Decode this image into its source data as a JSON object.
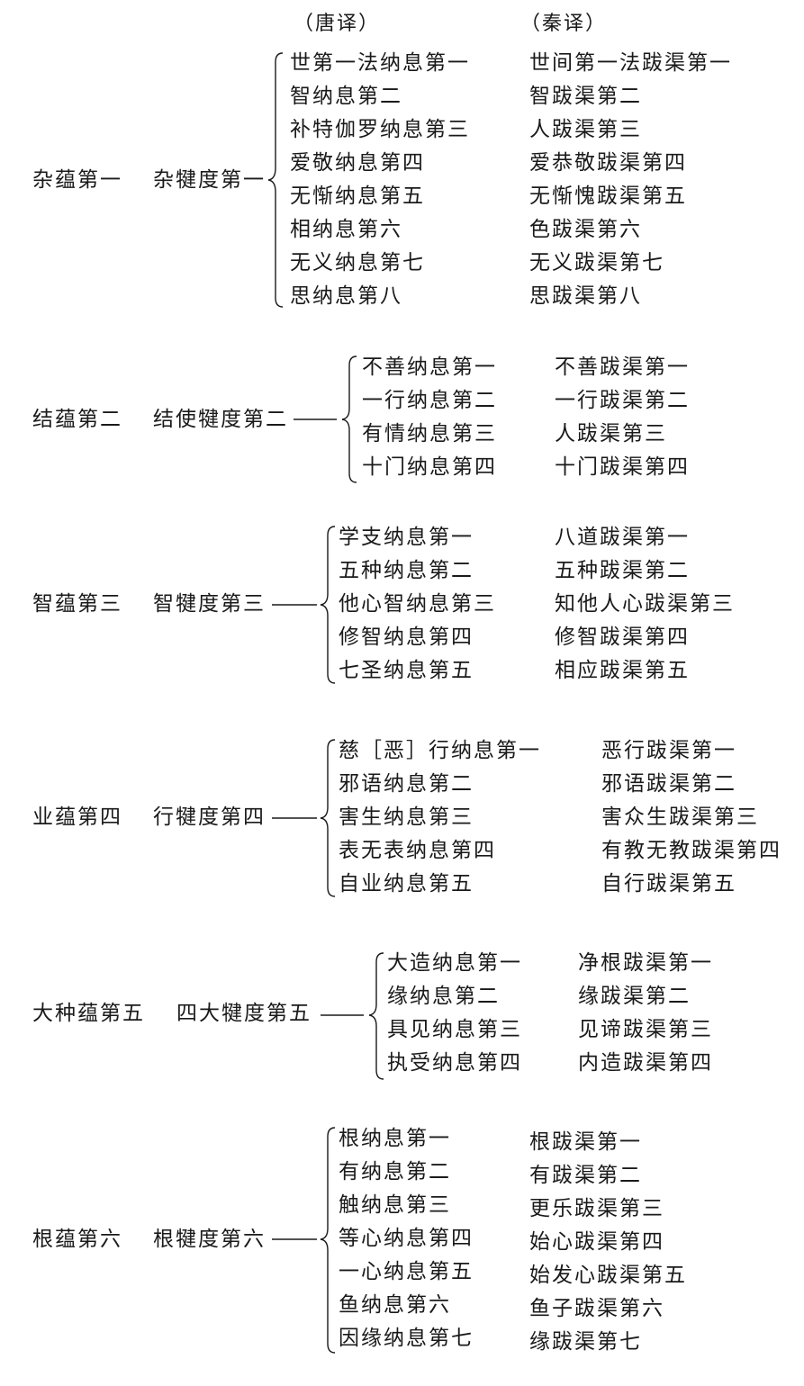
{
  "headers": {
    "tang": "（唐译）",
    "qin": "（秦译）"
  },
  "sections": [
    {
      "skandha": "杂蕴第一",
      "khandha": "杂犍度第一",
      "items": [
        {
          "tang": "世第一法纳息第一",
          "qin": "世间第一法跋渠第一"
        },
        {
          "tang": "智纳息第二",
          "qin": "智跋渠第二"
        },
        {
          "tang": "补特伽罗纳息第三",
          "qin": "人跋渠第三"
        },
        {
          "tang": "爱敬纳息第四",
          "qin": "爱恭敬跋渠第四"
        },
        {
          "tang": "无惭纳息第五",
          "qin": "无惭愧跋渠第五"
        },
        {
          "tang": "相纳息第六",
          "qin": "色跋渠第六"
        },
        {
          "tang": "无义纳息第七",
          "qin": "无义跋渠第七"
        },
        {
          "tang": "思纳息第八",
          "qin": "思跋渠第八"
        }
      ]
    },
    {
      "skandha": "结蕴第二",
      "khandha": "结使犍度第二",
      "items": [
        {
          "tang": "不善纳息第一",
          "qin": "不善跋渠第一"
        },
        {
          "tang": "一行纳息第二",
          "qin": "一行跋渠第二"
        },
        {
          "tang": "有情纳息第三",
          "qin": "人跋渠第三"
        },
        {
          "tang": "十门纳息第四",
          "qin": "十门跋渠第四"
        }
      ]
    },
    {
      "skandha": "智蕴第三",
      "khandha": "智犍度第三",
      "items": [
        {
          "tang": "学支纳息第一",
          "qin": "八道跋渠第一"
        },
        {
          "tang": "五种纳息第二",
          "qin": "五种跋渠第二"
        },
        {
          "tang": "他心智纳息第三",
          "qin": "知他人心跋渠第三"
        },
        {
          "tang": "修智纳息第四",
          "qin": "修智跋渠第四"
        },
        {
          "tang": "七圣纳息第五",
          "qin": "相应跋渠第五"
        }
      ]
    },
    {
      "skandha": "业蕴第四",
      "khandha": "行犍度第四",
      "items": [
        {
          "tang": "慈［恶］行纳息第一",
          "qin": "恶行跋渠第一"
        },
        {
          "tang": "邪语纳息第二",
          "qin": "邪语跋渠第二"
        },
        {
          "tang": "害生纳息第三",
          "qin": "害众生跋渠第三"
        },
        {
          "tang": "表无表纳息第四",
          "qin": "有教无教跋渠第四"
        },
        {
          "tang": "自业纳息第五",
          "qin": "自行跋渠第五"
        }
      ]
    },
    {
      "skandha": "大种蕴第五",
      "khandha": "四大犍度第五",
      "items": [
        {
          "tang": "大造纳息第一",
          "qin": "净根跋渠第一"
        },
        {
          "tang": "缘纳息第二",
          "qin": "缘跋渠第二"
        },
        {
          "tang": "具见纳息第三",
          "qin": "见谛跋渠第三"
        },
        {
          "tang": "执受纳息第四",
          "qin": "内造跋渠第四"
        }
      ]
    },
    {
      "skandha": "根蕴第六",
      "khandha": "根犍度第六",
      "items": [
        {
          "tang": "根纳息第一",
          "qin": "根跋渠第一"
        },
        {
          "tang": "有纳息第二",
          "qin": "有跋渠第二"
        },
        {
          "tang": "触纳息第三",
          "qin": "更乐跋渠第三"
        },
        {
          "tang": "等心纳息第四",
          "qin": "始心跋渠第四"
        },
        {
          "tang": "一心纳息第五",
          "qin": "始发心跋渠第五"
        },
        {
          "tang": "鱼纳息第六",
          "qin": "鱼子跋渠第六"
        },
        {
          "tang": "因缘纳息第七",
          "qin": "缘跋渠第七"
        }
      ]
    }
  ]
}
